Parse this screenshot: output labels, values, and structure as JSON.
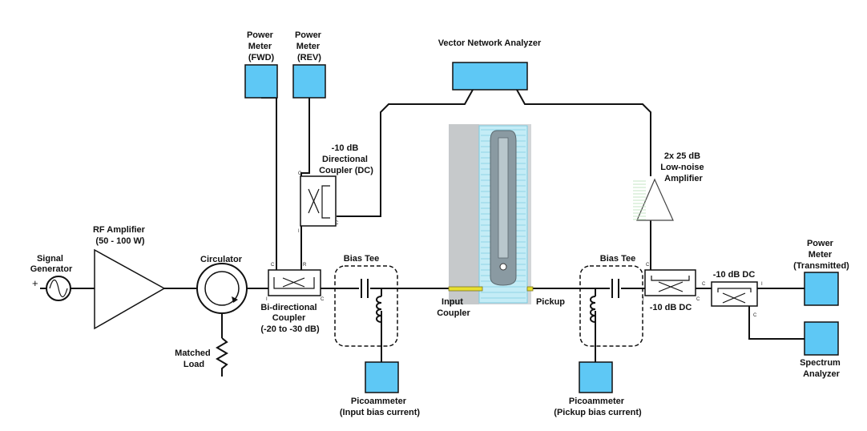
{
  "instruments": {
    "power_meter_fwd": [
      "Power",
      "Meter",
      "(FWD)"
    ],
    "power_meter_rev": [
      "Power",
      "Meter",
      "(REV)"
    ],
    "vna": [
      "Vector Network Analyzer"
    ],
    "power_meter_transmitted": [
      "Power",
      "Meter",
      "(Transmitted)"
    ],
    "spectrum_analyzer": [
      "Spectrum",
      "Analyzer"
    ],
    "picoammeter_input": [
      "Picoammeter",
      "(Input bias current)"
    ],
    "picoammeter_pickup": [
      "Picoammeter",
      "(Pickup bias current)"
    ]
  },
  "components": {
    "signal_generator": [
      "Signal",
      "Generator"
    ],
    "rf_amplifier": [
      "RF Amplifier",
      "(50 - 100 W)"
    ],
    "circulator": [
      "Circulator"
    ],
    "matched_load": [
      "Matched",
      "Load"
    ],
    "bidirectional_coupler": [
      "Bi-directional",
      "Coupler",
      "(-20 to -30 dB)"
    ],
    "directional_coupler": [
      "-10 dB",
      "Directional",
      "Coupler (DC)"
    ],
    "bias_tee_left": [
      "Bias Tee"
    ],
    "bias_tee_right": [
      "Bias Tee"
    ],
    "input_coupler": [
      "Input",
      "Coupler"
    ],
    "pickup": [
      "Pickup"
    ],
    "lna": [
      "2x 25 dB",
      "Low-noise",
      "Amplifier"
    ],
    "dc_right_lower": [
      "-10 dB DC"
    ],
    "dc_far_right": [
      "-10 dB DC"
    ]
  },
  "port_marks": {
    "c": "C",
    "r": "R",
    "i": "I",
    "plus": "+"
  },
  "colors": {
    "instrument_fill": "#5ec8f5",
    "cavity_fill": "#c4ecf6",
    "cavity_stripe": "#8fd3e6",
    "chamber_gray": "#d3d6d8",
    "antenna_yellow": "#e8e030"
  }
}
